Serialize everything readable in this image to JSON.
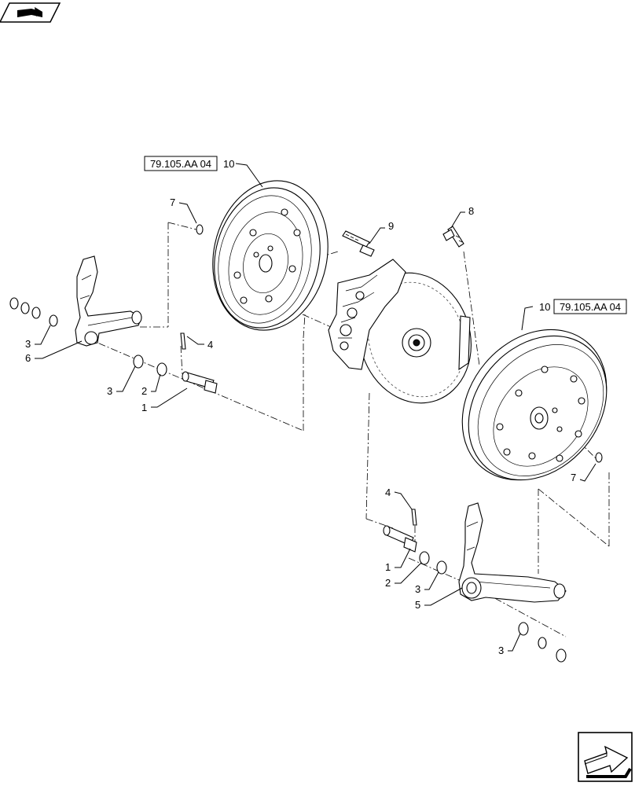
{
  "references": {
    "wheel_left_ref": "79.105.AA 04",
    "wheel_right_ref": "79.105.AA 04"
  },
  "callouts": {
    "c10_left": "10",
    "c10_right": "10",
    "c7_top": "7",
    "c7_right": "7",
    "c9": "9",
    "c8": "8",
    "c4_left": "4",
    "c4_lower": "4",
    "c3_left_top": "3",
    "c6": "6",
    "c3_left_mid": "3",
    "c2_left": "2",
    "c1_left": "1",
    "c1_lower": "1",
    "c2_lower": "2",
    "c3_lower_mid": "3",
    "c5": "5",
    "c3_bottom": "3"
  },
  "icons": {
    "top_left": "book-arrow-icon",
    "bottom_right": "next-page-arrow-icon"
  }
}
